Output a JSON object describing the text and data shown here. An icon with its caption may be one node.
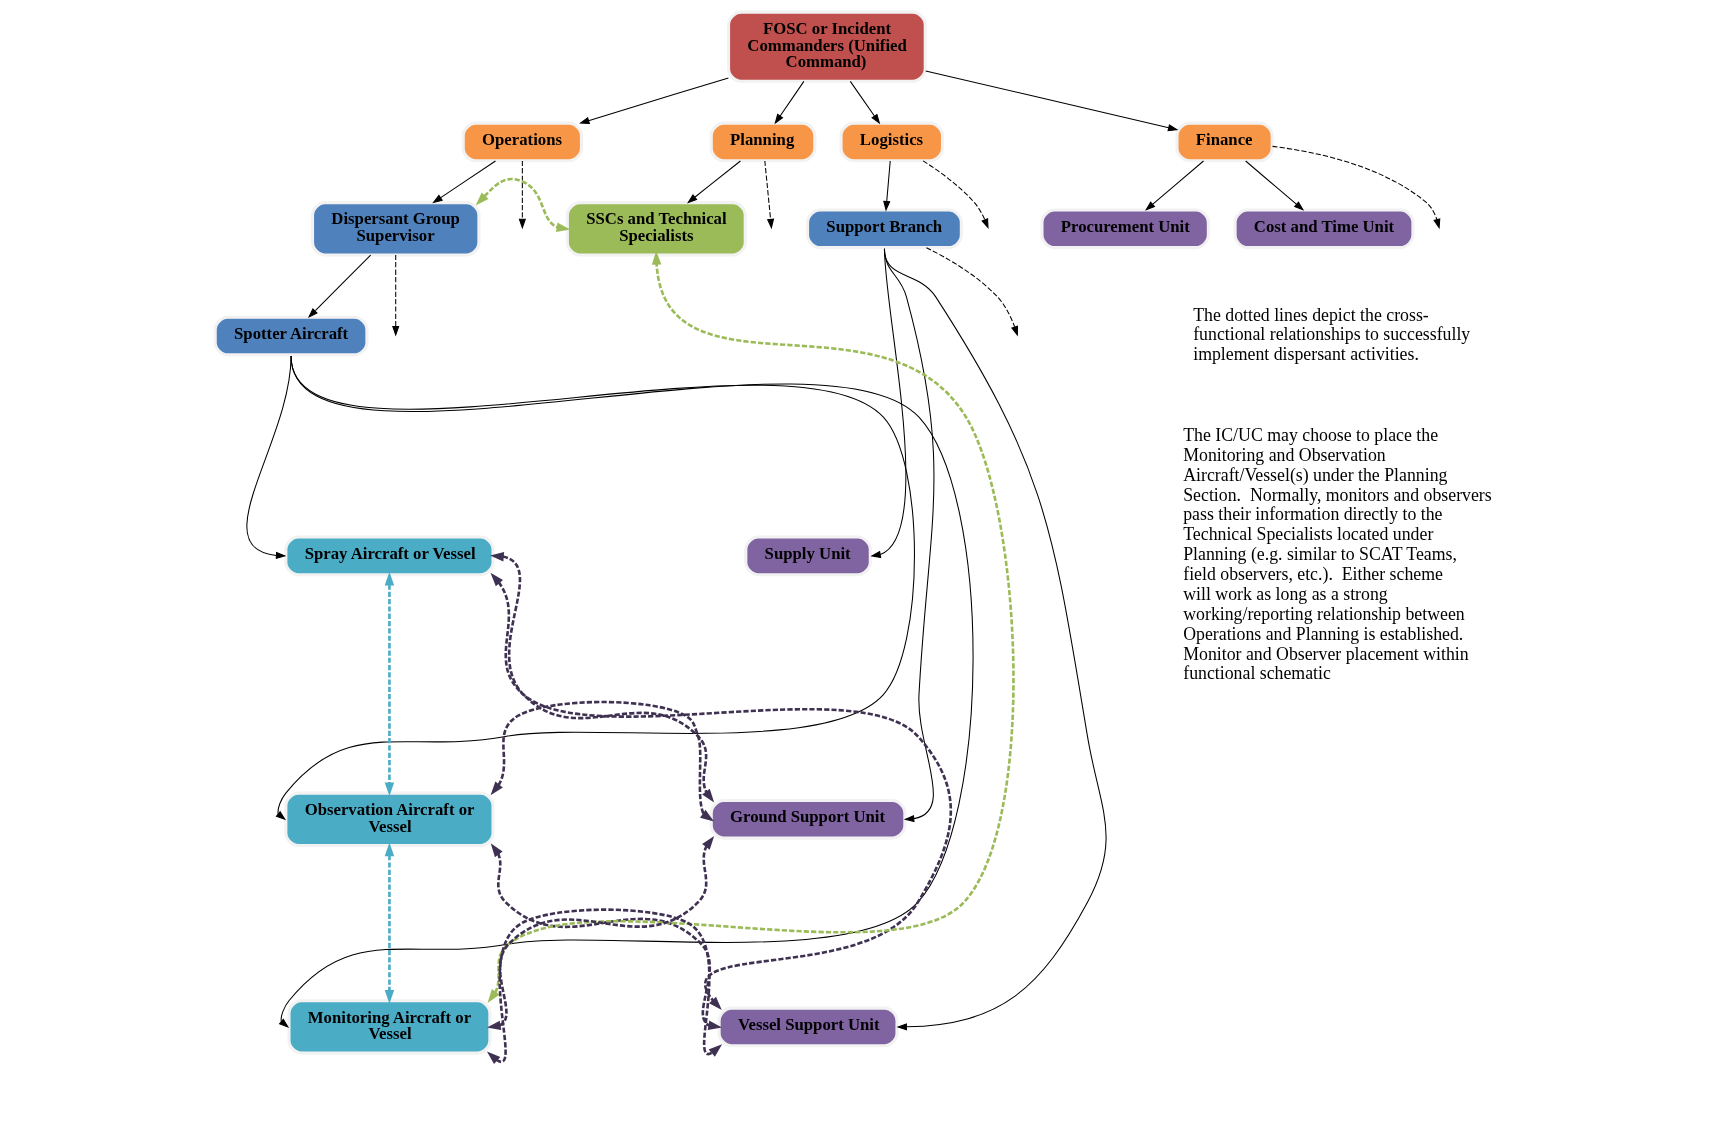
{
  "diagram": {
    "nodes": [
      {
        "text": [
          "FOSC or Incident Commanders (Unified Command)"
        ]
      },
      {
        "text": [
          "Operations"
        ]
      },
      {
        "text": [
          "Planning"
        ]
      },
      {
        "text": [
          "Logistics"
        ]
      },
      {
        "text": [
          "Finance"
        ]
      },
      {
        "text": [
          "Dispersant Group Supervisor"
        ]
      },
      {
        "text": [
          "SSCs and Technical Specialists"
        ]
      },
      {
        "text": [
          "Support Branch"
        ]
      },
      {
        "text": [
          "Procurement Unit"
        ]
      },
      {
        "text": [
          "Cost and Time Unit"
        ]
      },
      {
        "text": [
          "Spotter Aircraft"
        ]
      },
      {
        "text": [
          "Spray Aircraft or Vessel"
        ]
      },
      {
        "text": [
          "Observation Aircraft or Vessel"
        ]
      },
      {
        "text": [
          "Monitoring Aircraft or Vessel"
        ]
      },
      {
        "text": [
          "Supply Unit"
        ]
      },
      {
        "text": [
          "Ground Support Unit"
        ]
      },
      {
        "text": [
          "Vessel Support Unit"
        ]
      }
    ],
    "edges": [
      {
        "from": 0,
        "to": 1,
        "arrow": "to"
      },
      {
        "from": 0,
        "to": 2,
        "arrow": "to"
      },
      {
        "from": 0,
        "to": 3,
        "arrow": "to"
      },
      {
        "from": 0,
        "to": 4,
        "arrow": "to"
      },
      {
        "from": 1,
        "to": 5,
        "arrow": "to"
      },
      {
        "from": 1,
        "to": null,
        "arrow": "to",
        "style": "dashed"
      },
      {
        "from": 2,
        "to": 6,
        "arrow": "to"
      },
      {
        "from": 2,
        "to": null,
        "arrow": "to",
        "style": "dashed"
      },
      {
        "from": 3,
        "to": 7,
        "arrow": "to"
      },
      {
        "from": 3,
        "to": null,
        "arrow": "to",
        "style": "dashed"
      },
      {
        "from": 4,
        "to": 8,
        "arrow": "to"
      },
      {
        "from": 4,
        "to": 9,
        "arrow": "to"
      },
      {
        "from": 4,
        "to": null,
        "arrow": "to",
        "style": "dashed"
      },
      {
        "from": 5,
        "to": 10,
        "arrow": "to"
      },
      {
        "from": 5,
        "to": null,
        "arrow": "to",
        "style": "dashed"
      },
      {
        "from": 10,
        "to": 11,
        "arrow": "to"
      },
      {
        "from": 10,
        "to": 12,
        "arrow": "to"
      },
      {
        "from": 10,
        "to": 13,
        "arrow": "to"
      },
      {
        "from": 7,
        "to": 14,
        "arrow": "to"
      },
      {
        "from": 7,
        "to": 15,
        "arrow": "to"
      },
      {
        "from": 7,
        "to": 16,
        "arrow": "to"
      },
      {
        "from": 7,
        "to": null,
        "arrow": "to",
        "style": "dashed"
      },
      {
        "from": 5,
        "to": 6,
        "arrow": "both",
        "style": "dashed",
        "color": "#9bbb59"
      },
      {
        "from": 13,
        "to": 6,
        "arrow": "both",
        "style": "dashed",
        "color": "#9bbb59"
      },
      {
        "from": 11,
        "to": 12,
        "arrow": "both",
        "style": "dashed",
        "color": "#4bacc6"
      },
      {
        "from": 12,
        "to": 13,
        "arrow": "both",
        "style": "dashed",
        "color": "#4bacc6"
      },
      {
        "from": 11,
        "to": 15,
        "arrow": "both",
        "style": "dashed",
        "color": "#3f3151"
      },
      {
        "from": 11,
        "to": 16,
        "arrow": "both",
        "style": "dashed",
        "color": "#3f3151"
      },
      {
        "from": 12,
        "to": 15,
        "arrow": "both",
        "style": "dashed",
        "color": "#3f3151"
      },
      {
        "from": 12,
        "to": 16,
        "arrow": "both",
        "style": "dashed",
        "color": "#3f3151"
      },
      {
        "from": 13,
        "to": 15,
        "arrow": "both",
        "style": "dashed",
        "color": "#3f3151"
      },
      {
        "from": 13,
        "to": 16,
        "arrow": "both",
        "style": "dashed",
        "color": "#3f3151"
      }
    ],
    "labels": [
      "The dotted lines depict the cross-functional relationships to successfully implement dispersant activities.",
      "The IC/UC may choose to place the Monitoring and Observation Aircraft/Vessel(s) under the Planning Section.  Normally, monitors and observers pass their information directly to the Technical Specialists located under Planning (e.g. similar to SCAT Teams, field observers, etc.).  Either scheme will work as long as a strong working/reporting relationship between Operations and Planning is established.  Monitor and Observer placement within functional schematic"
    ]
  }
}
